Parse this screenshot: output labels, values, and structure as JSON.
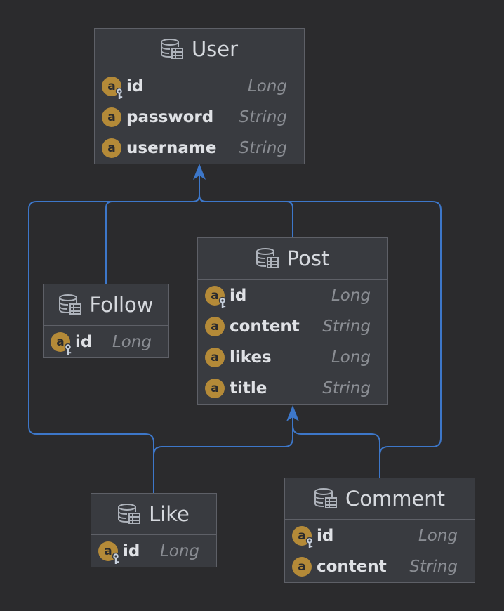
{
  "colors": {
    "background": "#2b2b2d",
    "entity_fill": "#393b40",
    "entity_border": "#5e6067",
    "edge": "#3d77c9",
    "attribute_badge": "#b48a38"
  },
  "entities": {
    "user": {
      "name": "User",
      "icon": "database-table-icon",
      "attributes": [
        {
          "name": "id",
          "type": "Long",
          "key": true
        },
        {
          "name": "password",
          "type": "String",
          "key": false
        },
        {
          "name": "username",
          "type": "String",
          "key": false
        }
      ]
    },
    "post": {
      "name": "Post",
      "icon": "database-table-icon",
      "attributes": [
        {
          "name": "id",
          "type": "Long",
          "key": true
        },
        {
          "name": "content",
          "type": "String",
          "key": false
        },
        {
          "name": "likes",
          "type": "Long",
          "key": false
        },
        {
          "name": "title",
          "type": "String",
          "key": false
        }
      ]
    },
    "follow": {
      "name": "Follow",
      "icon": "database-table-icon",
      "attributes": [
        {
          "name": "id",
          "type": "Long",
          "key": true
        }
      ]
    },
    "like": {
      "name": "Like",
      "icon": "database-table-icon",
      "attributes": [
        {
          "name": "id",
          "type": "Long",
          "key": true
        }
      ]
    },
    "comment": {
      "name": "Comment",
      "icon": "database-table-icon",
      "attributes": [
        {
          "name": "id",
          "type": "Long",
          "key": true
        },
        {
          "name": "content",
          "type": "String",
          "key": false
        }
      ]
    }
  },
  "relations": [
    {
      "from": "Follow",
      "to": "User"
    },
    {
      "from": "Post",
      "to": "User"
    },
    {
      "from": "Like",
      "to": "User"
    },
    {
      "from": "Comment",
      "to": "User"
    },
    {
      "from": "Like",
      "to": "Post"
    },
    {
      "from": "Comment",
      "to": "Post"
    }
  ],
  "attribute_badge_letter": "a"
}
